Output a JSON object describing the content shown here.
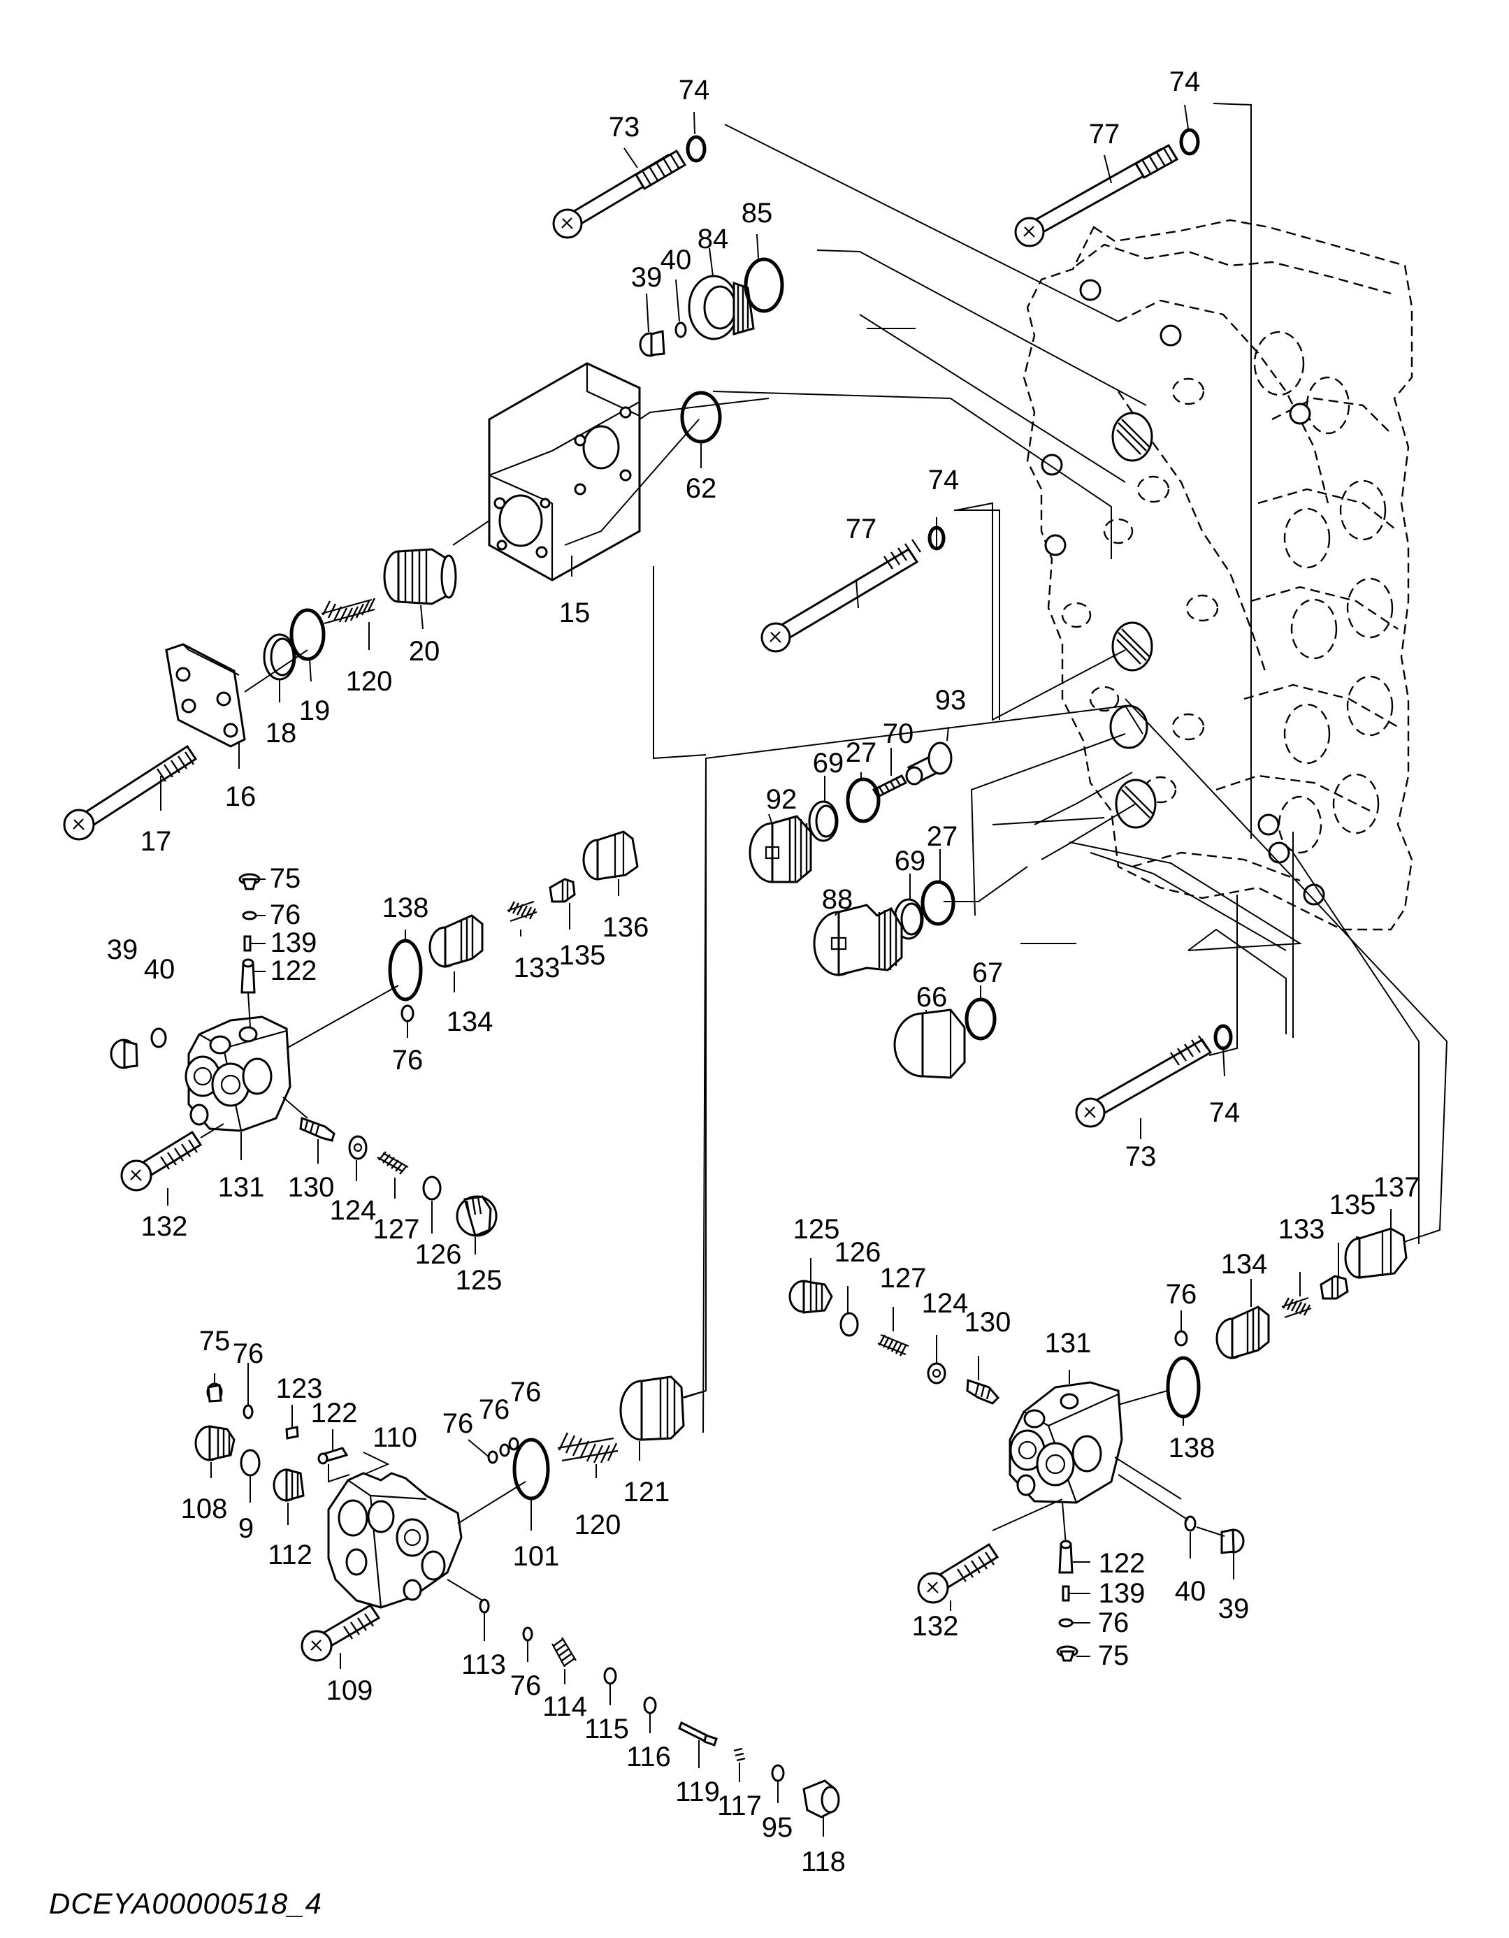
{
  "document_code": "DCEYA00000518_4",
  "labels": [
    {
      "id": "l1",
      "text": "73"
    },
    {
      "id": "l2",
      "text": "74"
    },
    {
      "id": "l3",
      "text": "74"
    },
    {
      "id": "l4",
      "text": "77"
    },
    {
      "id": "l5",
      "text": "39"
    },
    {
      "id": "l6",
      "text": "40"
    },
    {
      "id": "l7",
      "text": "84"
    },
    {
      "id": "l8",
      "text": "85"
    },
    {
      "id": "l9",
      "text": "62"
    },
    {
      "id": "l10",
      "text": "15"
    },
    {
      "id": "l11",
      "text": "20"
    },
    {
      "id": "l12",
      "text": "120"
    },
    {
      "id": "l13",
      "text": "19"
    },
    {
      "id": "l14",
      "text": "18"
    },
    {
      "id": "l15",
      "text": "16"
    },
    {
      "id": "l16",
      "text": "17"
    },
    {
      "id": "l17",
      "text": "74"
    },
    {
      "id": "l18",
      "text": "77"
    },
    {
      "id": "l19",
      "text": "93"
    },
    {
      "id": "l20",
      "text": "70"
    },
    {
      "id": "l21",
      "text": "27"
    },
    {
      "id": "l22",
      "text": "69"
    },
    {
      "id": "l23",
      "text": "92"
    },
    {
      "id": "l24",
      "text": "27"
    },
    {
      "id": "l25",
      "text": "69"
    },
    {
      "id": "l26",
      "text": "88"
    },
    {
      "id": "l27",
      "text": "67"
    },
    {
      "id": "l28",
      "text": "66"
    },
    {
      "id": "l29",
      "text": "74"
    },
    {
      "id": "l30",
      "text": "73"
    },
    {
      "id": "l31",
      "text": "75"
    },
    {
      "id": "l32",
      "text": "76"
    },
    {
      "id": "l33",
      "text": "139"
    },
    {
      "id": "l34",
      "text": "122"
    },
    {
      "id": "l35",
      "text": "39"
    },
    {
      "id": "l36",
      "text": "40"
    },
    {
      "id": "l37",
      "text": "138"
    },
    {
      "id": "l38",
      "text": "134"
    },
    {
      "id": "l39",
      "text": "76"
    },
    {
      "id": "l40",
      "text": "133"
    },
    {
      "id": "l41",
      "text": "135"
    },
    {
      "id": "l42",
      "text": "136"
    },
    {
      "id": "l43",
      "text": "131"
    },
    {
      "id": "l44",
      "text": "132"
    },
    {
      "id": "l45",
      "text": "130"
    },
    {
      "id": "l46",
      "text": "124"
    },
    {
      "id": "l47",
      "text": "127"
    },
    {
      "id": "l48",
      "text": "126"
    },
    {
      "id": "l49",
      "text": "125"
    },
    {
      "id": "l50",
      "text": "137"
    },
    {
      "id": "l51",
      "text": "135"
    },
    {
      "id": "l52",
      "text": "133"
    },
    {
      "id": "l53",
      "text": "134"
    },
    {
      "id": "l54",
      "text": "125"
    },
    {
      "id": "l55",
      "text": "126"
    },
    {
      "id": "l56",
      "text": "127"
    },
    {
      "id": "l57",
      "text": "124"
    },
    {
      "id": "l58",
      "text": "130"
    },
    {
      "id": "l59",
      "text": "76"
    },
    {
      "id": "l60",
      "text": "131"
    },
    {
      "id": "l61",
      "text": "138"
    },
    {
      "id": "l62",
      "text": "122"
    },
    {
      "id": "l63",
      "text": "139"
    },
    {
      "id": "l64",
      "text": "76"
    },
    {
      "id": "l65",
      "text": "75"
    },
    {
      "id": "l66",
      "text": "132"
    },
    {
      "id": "l67",
      "text": "40"
    },
    {
      "id": "l68",
      "text": "39"
    },
    {
      "id": "l69",
      "text": "75"
    },
    {
      "id": "l70",
      "text": "76"
    },
    {
      "id": "l71",
      "text": "123"
    },
    {
      "id": "l72",
      "text": "122"
    },
    {
      "id": "l73",
      "text": "110"
    },
    {
      "id": "l74",
      "text": "108"
    },
    {
      "id": "l75",
      "text": "9"
    },
    {
      "id": "l76",
      "text": "112"
    },
    {
      "id": "l77",
      "text": "76"
    },
    {
      "id": "l78",
      "text": "76"
    },
    {
      "id": "l79",
      "text": "76"
    },
    {
      "id": "l80",
      "text": "101"
    },
    {
      "id": "l81",
      "text": "120"
    },
    {
      "id": "l82",
      "text": "121"
    },
    {
      "id": "l83",
      "text": "109"
    },
    {
      "id": "l84",
      "text": "113"
    },
    {
      "id": "l85",
      "text": "76"
    },
    {
      "id": "l86",
      "text": "114"
    },
    {
      "id": "l87",
      "text": "115"
    },
    {
      "id": "l88",
      "text": "116"
    },
    {
      "id": "l89",
      "text": "119"
    },
    {
      "id": "l90",
      "text": "117"
    },
    {
      "id": "l91",
      "text": "95"
    },
    {
      "id": "l92",
      "text": "118"
    }
  ]
}
